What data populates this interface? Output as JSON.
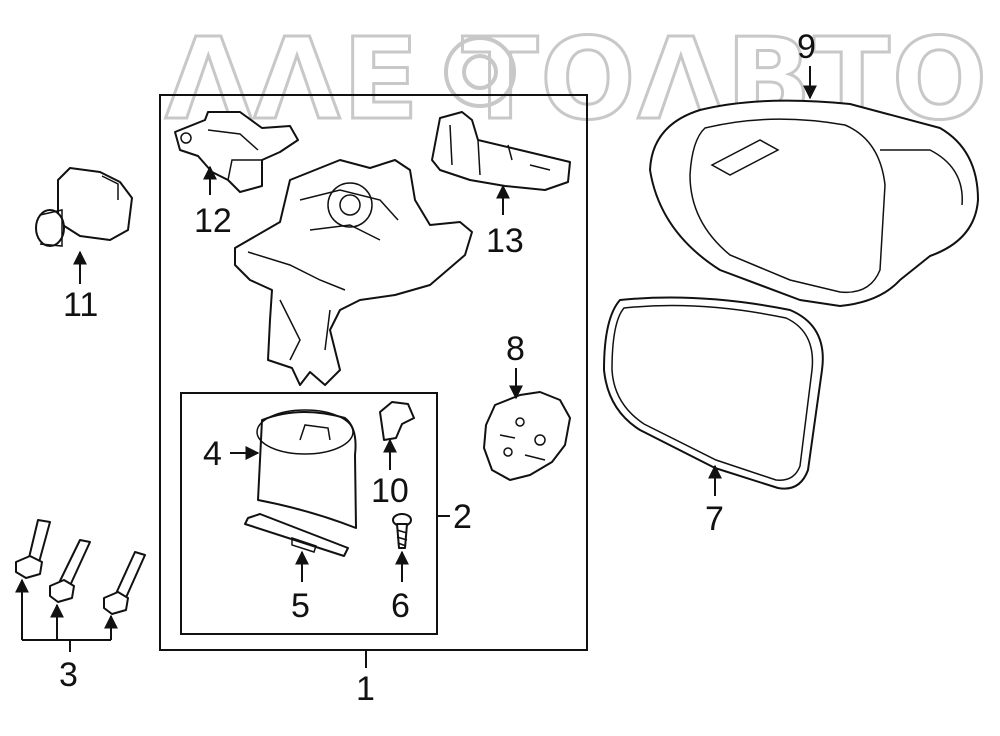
{
  "watermark": {
    "text": "ΛΛΕ ΤΟΛΒΤΟ",
    "color": "#c8c8c8"
  },
  "callouts": {
    "c1": "1",
    "c2": "2",
    "c3": "3",
    "c4": "4",
    "c5": "5",
    "c6": "6",
    "c7": "7",
    "c8": "8",
    "c9": "9",
    "c10": "10",
    "c11": "11",
    "c12": "12",
    "c13": "13"
  },
  "colors": {
    "line": "#111111",
    "background": "#ffffff"
  }
}
